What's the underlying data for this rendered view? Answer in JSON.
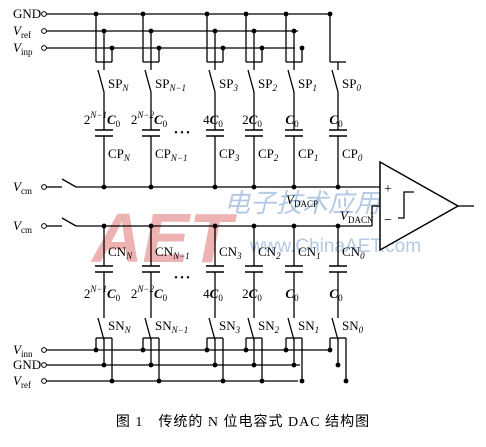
{
  "rails_top": [
    {
      "name": "GND",
      "sub": ""
    },
    {
      "name": "V",
      "sub": "ref"
    },
    {
      "name": "V",
      "sub": "inp"
    }
  ],
  "rails_bottom": [
    {
      "name": "V",
      "sub": "inn"
    },
    {
      "name": "GND",
      "sub": ""
    },
    {
      "name": "V",
      "sub": "ref"
    }
  ],
  "vcm_top": {
    "name": "V",
    "sub": "cm"
  },
  "vcm_bottom": {
    "name": "V",
    "sub": "cm"
  },
  "columns_top": [
    {
      "switch": {
        "base": "SP",
        "sub": "N"
      },
      "cap": {
        "coef": "2",
        "sup": "N−1",
        "unit": "C",
        "usub": "0"
      },
      "capname": {
        "base": "CP",
        "sub": "N"
      }
    },
    {
      "switch": {
        "base": "SP",
        "sub": "N−1"
      },
      "cap": {
        "coef": "2",
        "sup": "N−2",
        "unit": "C",
        "usub": "0"
      },
      "capname": {
        "base": "CP",
        "sub": "N−1"
      }
    },
    {
      "switch": {
        "base": "SP",
        "sub": "3"
      },
      "cap": {
        "coef": "4",
        "sup": "",
        "unit": "C",
        "usub": "0"
      },
      "capname": {
        "base": "CP",
        "sub": "3"
      }
    },
    {
      "switch": {
        "base": "SP",
        "sub": "2"
      },
      "cap": {
        "coef": "2",
        "sup": "",
        "unit": "C",
        "usub": "0"
      },
      "capname": {
        "base": "CP",
        "sub": "2"
      }
    },
    {
      "switch": {
        "base": "SP",
        "sub": "1"
      },
      "cap": {
        "coef": "",
        "sup": "",
        "unit": "C",
        "usub": "0"
      },
      "capname": {
        "base": "CP",
        "sub": "1"
      }
    },
    {
      "switch": {
        "base": "SP",
        "sub": "0"
      },
      "cap": {
        "coef": "",
        "sup": "",
        "unit": "C",
        "usub": "0"
      },
      "capname": {
        "base": "CP",
        "sub": "0"
      }
    }
  ],
  "columns_bottom": [
    {
      "switch": {
        "base": "SN",
        "sub": "N"
      },
      "cap": {
        "coef": "2",
        "sup": "N−1",
        "unit": "C",
        "usub": "0"
      },
      "capname": {
        "base": "CN",
        "sub": "N"
      }
    },
    {
      "switch": {
        "base": "SN",
        "sub": "N−1"
      },
      "cap": {
        "coef": "2",
        "sup": "N−2",
        "unit": "C",
        "usub": "0"
      },
      "capname": {
        "base": "CN",
        "sub": "N−1"
      }
    },
    {
      "switch": {
        "base": "SN",
        "sub": "3"
      },
      "cap": {
        "coef": "4",
        "sup": "",
        "unit": "C",
        "usub": "0"
      },
      "capname": {
        "base": "CN",
        "sub": "3"
      }
    },
    {
      "switch": {
        "base": "SN",
        "sub": "2"
      },
      "cap": {
        "coef": "2",
        "sup": "",
        "unit": "C",
        "usub": "0"
      },
      "capname": {
        "base": "CN",
        "sub": "2"
      }
    },
    {
      "switch": {
        "base": "SN",
        "sub": "1"
      },
      "cap": {
        "coef": "",
        "sup": "",
        "unit": "C",
        "usub": "0"
      },
      "capname": {
        "base": "CN",
        "sub": "1"
      }
    },
    {
      "switch": {
        "base": "SN",
        "sub": "0"
      },
      "cap": {
        "coef": "",
        "sup": "",
        "unit": "C",
        "usub": "0"
      },
      "capname": {
        "base": "CN",
        "sub": "0"
      }
    }
  ],
  "ellipsis": "• • •",
  "node_top": {
    "name": "V",
    "sub": "DACP"
  },
  "node_bottom": {
    "name": "V",
    "sub": "DACN"
  },
  "comparator": {
    "plus": "+",
    "minus": "−"
  },
  "watermark": {
    "logo": "AET",
    "slogan": "电子技术应用",
    "url": "www.ChinaAET.com"
  },
  "caption": "图 1　传统的 N 位电容式 DAC 结构图",
  "colors": {
    "ink": "#000000",
    "watermark_red": "#e8a0a0",
    "watermark_blue": "#9db8dc"
  }
}
